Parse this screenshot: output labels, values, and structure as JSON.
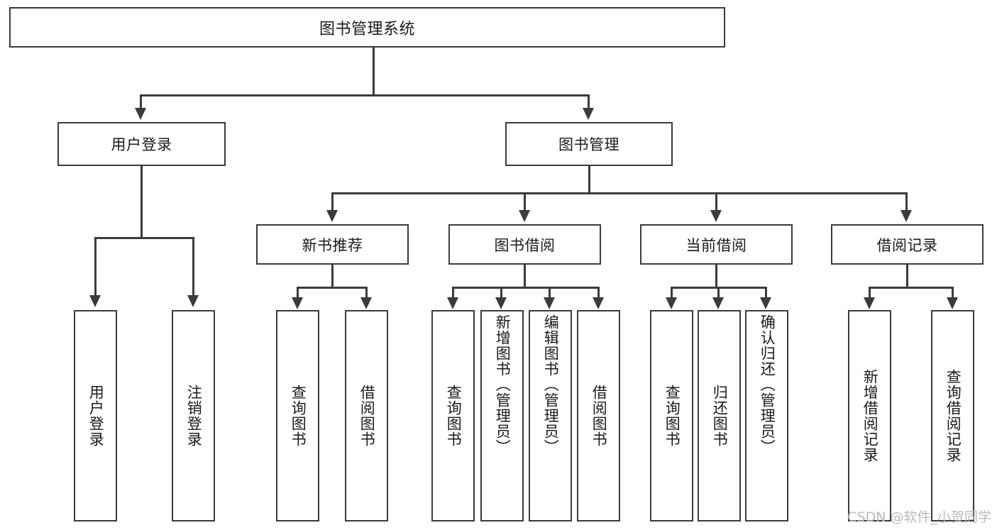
{
  "diagram": {
    "type": "tree-hierarchy",
    "title": "图书管理系统",
    "root": {
      "label": "图书管理系统"
    },
    "level2": [
      {
        "label": "用户登录"
      },
      {
        "label": "图书管理"
      }
    ],
    "level3": [
      {
        "label": "新书推荐"
      },
      {
        "label": "图书借阅"
      },
      {
        "label": "当前借阅"
      },
      {
        "label": "借阅记录"
      }
    ],
    "leaves": {
      "user_login": [
        {
          "label": "用户登录"
        },
        {
          "label": "注销登录"
        }
      ],
      "new_book_recommend": [
        {
          "label": "查询图书"
        },
        {
          "label": "借阅图书"
        }
      ],
      "book_borrow": [
        {
          "label": "查询图书"
        },
        {
          "label": "新增图书（管理员）"
        },
        {
          "label": "编辑图书（管理员）"
        },
        {
          "label": "借阅图书"
        }
      ],
      "current_borrow": [
        {
          "label": "查询图书"
        },
        {
          "label": "归还图书"
        },
        {
          "label": "确认归还（管理员）"
        }
      ],
      "borrow_record": [
        {
          "label": "新增借阅记录"
        },
        {
          "label": "查询借阅记录"
        }
      ]
    }
  },
  "watermark": {
    "text": "CSDN @软件_小贺同学"
  },
  "colors": {
    "stroke": "#3b3b3b",
    "background": "#ffffff",
    "text": "#1a1a1a",
    "watermark": "#b9b9b9"
  }
}
